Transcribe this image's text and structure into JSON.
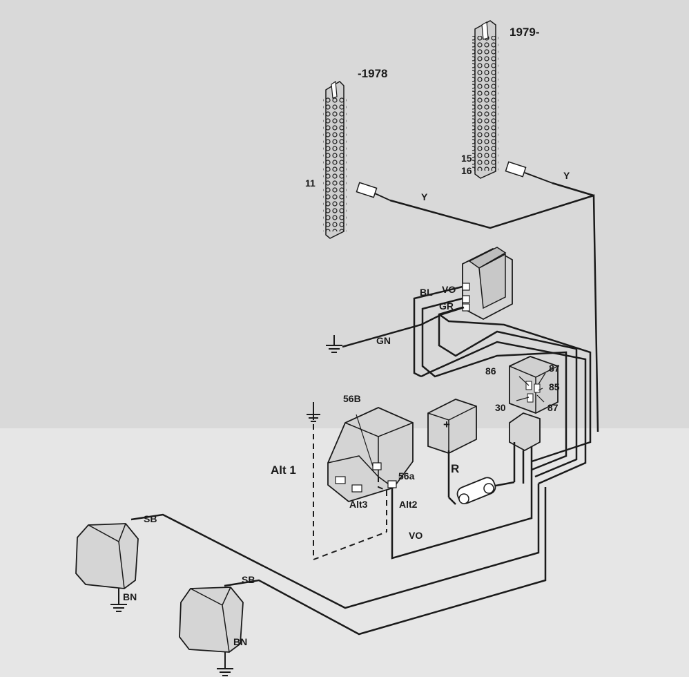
{
  "labels": {
    "year_early": "-1978",
    "year_late": "1979-",
    "terminal_11": "11",
    "terminal_15": "15",
    "terminal_16": "16",
    "wire_y_left": "Y",
    "wire_y_right": "Y",
    "wire_bl": "BL",
    "wire_vo_switch": "VO",
    "wire_gr": "GR",
    "wire_gn": "GN",
    "relay_86": "86",
    "relay_87_top": "87",
    "relay_85": "85",
    "relay_30": "30",
    "relay_87_bottom": "87",
    "term_56b": "56B",
    "term_56a": "56a",
    "alt1": "Alt 1",
    "alt2": "Alt2",
    "alt3": "Alt3",
    "resistor_r": "R",
    "battery_plus": "+",
    "wire_vo_bottom": "VO",
    "wire_sb_left": "SB",
    "wire_sb_right": "SB",
    "wire_bn_left": "BN",
    "wire_bn_right": "BN"
  },
  "colors": {
    "background_top": "#d9d9d9",
    "background_bottom": "#e6e6e6",
    "ink": "#1a1a1a"
  }
}
